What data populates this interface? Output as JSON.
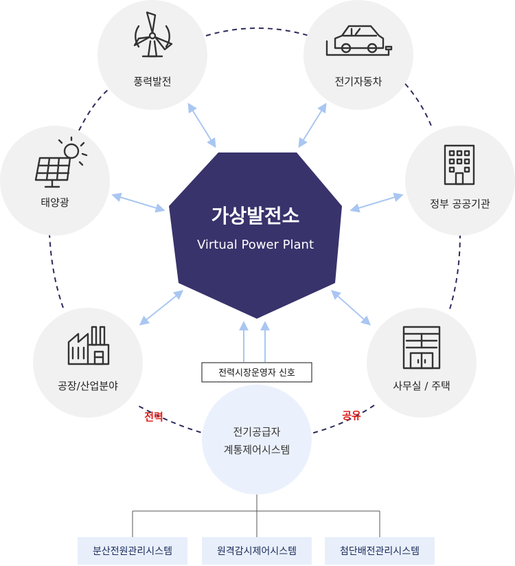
{
  "hub": {
    "title": "가상발전소",
    "subtitle": "Virtual Power Plant"
  },
  "nodes": {
    "wind": "풍력발전",
    "ev": "전기자동차",
    "solar": "태양광",
    "government": "정부 공공기관",
    "factory": "공장/산업분야",
    "office": "사무실 / 주택"
  },
  "signal_label": "전력시장운영자 신호",
  "control": {
    "line1": "전기공급자",
    "line2": "계통제어시스템"
  },
  "labels": {
    "power": "전력",
    "share": "공유"
  },
  "systems": [
    "분산전원관리시스템",
    "원격감시제어시스템",
    "첨단배전관리시스템"
  ],
  "colors": {
    "hub": "#38336b",
    "node_fill": "#f1f1f1",
    "control_fill": "#ebf1fc",
    "arrow": "#a9c6f2",
    "dashed_ring": "#2c2a5a",
    "red": "#e0201c",
    "system_fill": "#e8effb"
  }
}
